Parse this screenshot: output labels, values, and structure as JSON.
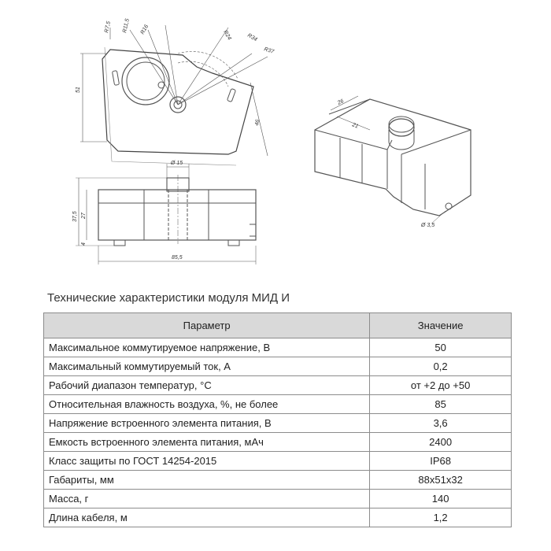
{
  "drawing": {
    "dims_top": [
      "R7,5",
      "R11,5",
      "R16",
      "R24",
      "R34",
      "R37",
      "51",
      "46"
    ],
    "dims_front": [
      "Ø 15",
      "37,5",
      "27",
      "4",
      "85,5"
    ],
    "dims_iso": [
      "26",
      "21",
      "Ø 3,5"
    ]
  },
  "section_title": "Технические характеристики модуля МИД И",
  "table": {
    "headers": [
      "Параметр",
      "Значение"
    ],
    "rows": [
      {
        "param": "Максимальное коммутируемое напряжение, В",
        "value": "50"
      },
      {
        "param": "Максимальный коммутируемый ток, А",
        "value": "0,2"
      },
      {
        "param": "Рабочий диапазон температур, °С",
        "value": "от +2 до +50"
      },
      {
        "param": "Относительная влажность воздуха, %, не более",
        "value": "85"
      },
      {
        "param": "Напряжение встроенного элемента питания, В",
        "value": "3,6"
      },
      {
        "param": "Емкость встроенного элемента питания, мАч",
        "value": "2400"
      },
      {
        "param": "Класс защиты по ГОСТ 14254-2015",
        "value": "IP68"
      },
      {
        "param": "Габариты, мм",
        "value": "88х51х32"
      },
      {
        "param": "Масса, г",
        "value": "140"
      },
      {
        "param": "Длина кабеля, м",
        "value": "1,2"
      }
    ]
  }
}
